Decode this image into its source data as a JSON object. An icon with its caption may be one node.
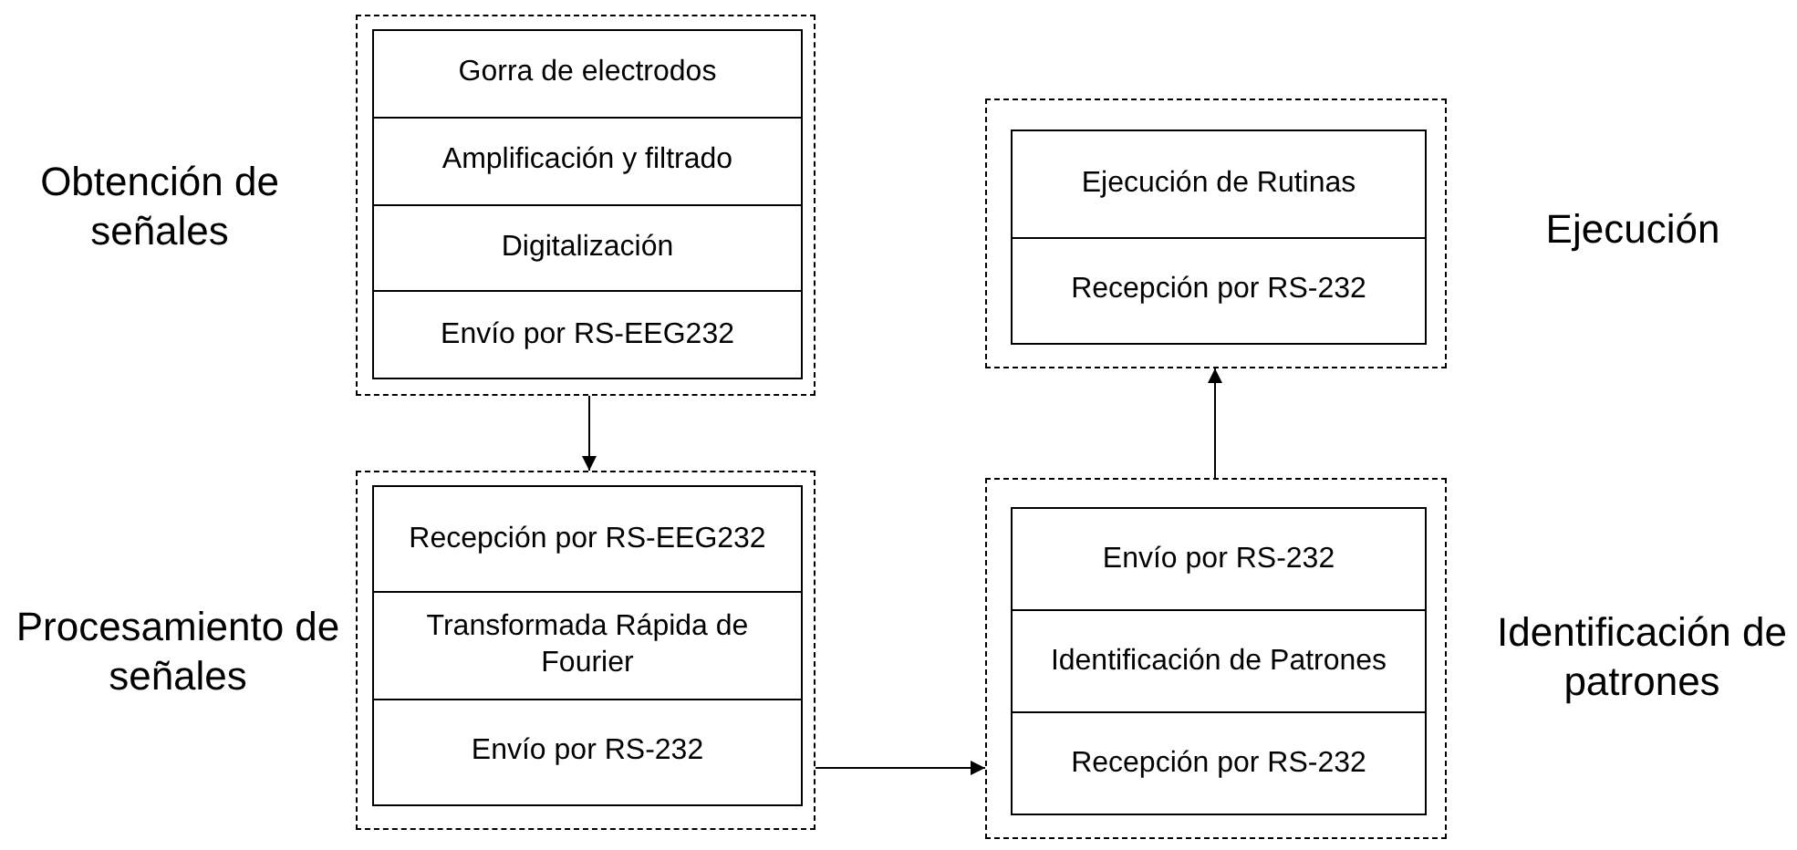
{
  "diagram": {
    "nodes": [
      {
        "text": [],
        "shape": "box",
        "beside": [
          "Obtención de señales"
        ]
      },
      {
        "text": [
          "Gorra de electrodos"
        ],
        "in": 0
      },
      {
        "text": [
          "Amplificación y filtrado"
        ],
        "in": 0
      },
      {
        "text": [
          "Digitalización"
        ],
        "in": 0
      },
      {
        "text": [
          "Envío por RS-EEG232"
        ],
        "in": 0
      },
      {
        "text": [],
        "shape": "box",
        "beside": [
          "Ejecución"
        ]
      },
      {
        "text": [
          "Ejecución de Rutinas"
        ],
        "in": 5
      },
      {
        "text": [
          "Recepción por RS-232"
        ],
        "in": 5
      },
      {
        "text": [],
        "shape": "box",
        "beside": [
          "Procesamiento de señales"
        ]
      },
      {
        "text": [
          "Recepción por RS-EEG232"
        ],
        "in": 8
      },
      {
        "text": [
          "Transformada Rápida de Fourier"
        ],
        "in": 8
      },
      {
        "text": [
          "Envío por RS-232"
        ],
        "in": 8
      },
      {
        "text": [],
        "shape": "box",
        "beside": [
          "Identificación de patrones"
        ]
      },
      {
        "text": [
          "Envío por RS-232"
        ],
        "in": 12
      },
      {
        "text": [
          "Identificación de Patrones"
        ],
        "in": 12
      },
      {
        "text": [
          "Recepción por RS-232"
        ],
        "in": 12
      }
    ],
    "edges": [
      {
        "from": 0,
        "to": 8,
        "arrow": "to"
      },
      {
        "from": 8,
        "to": 12,
        "arrow": "to"
      },
      {
        "from": 12,
        "to": 5,
        "arrow": "to"
      }
    ]
  }
}
